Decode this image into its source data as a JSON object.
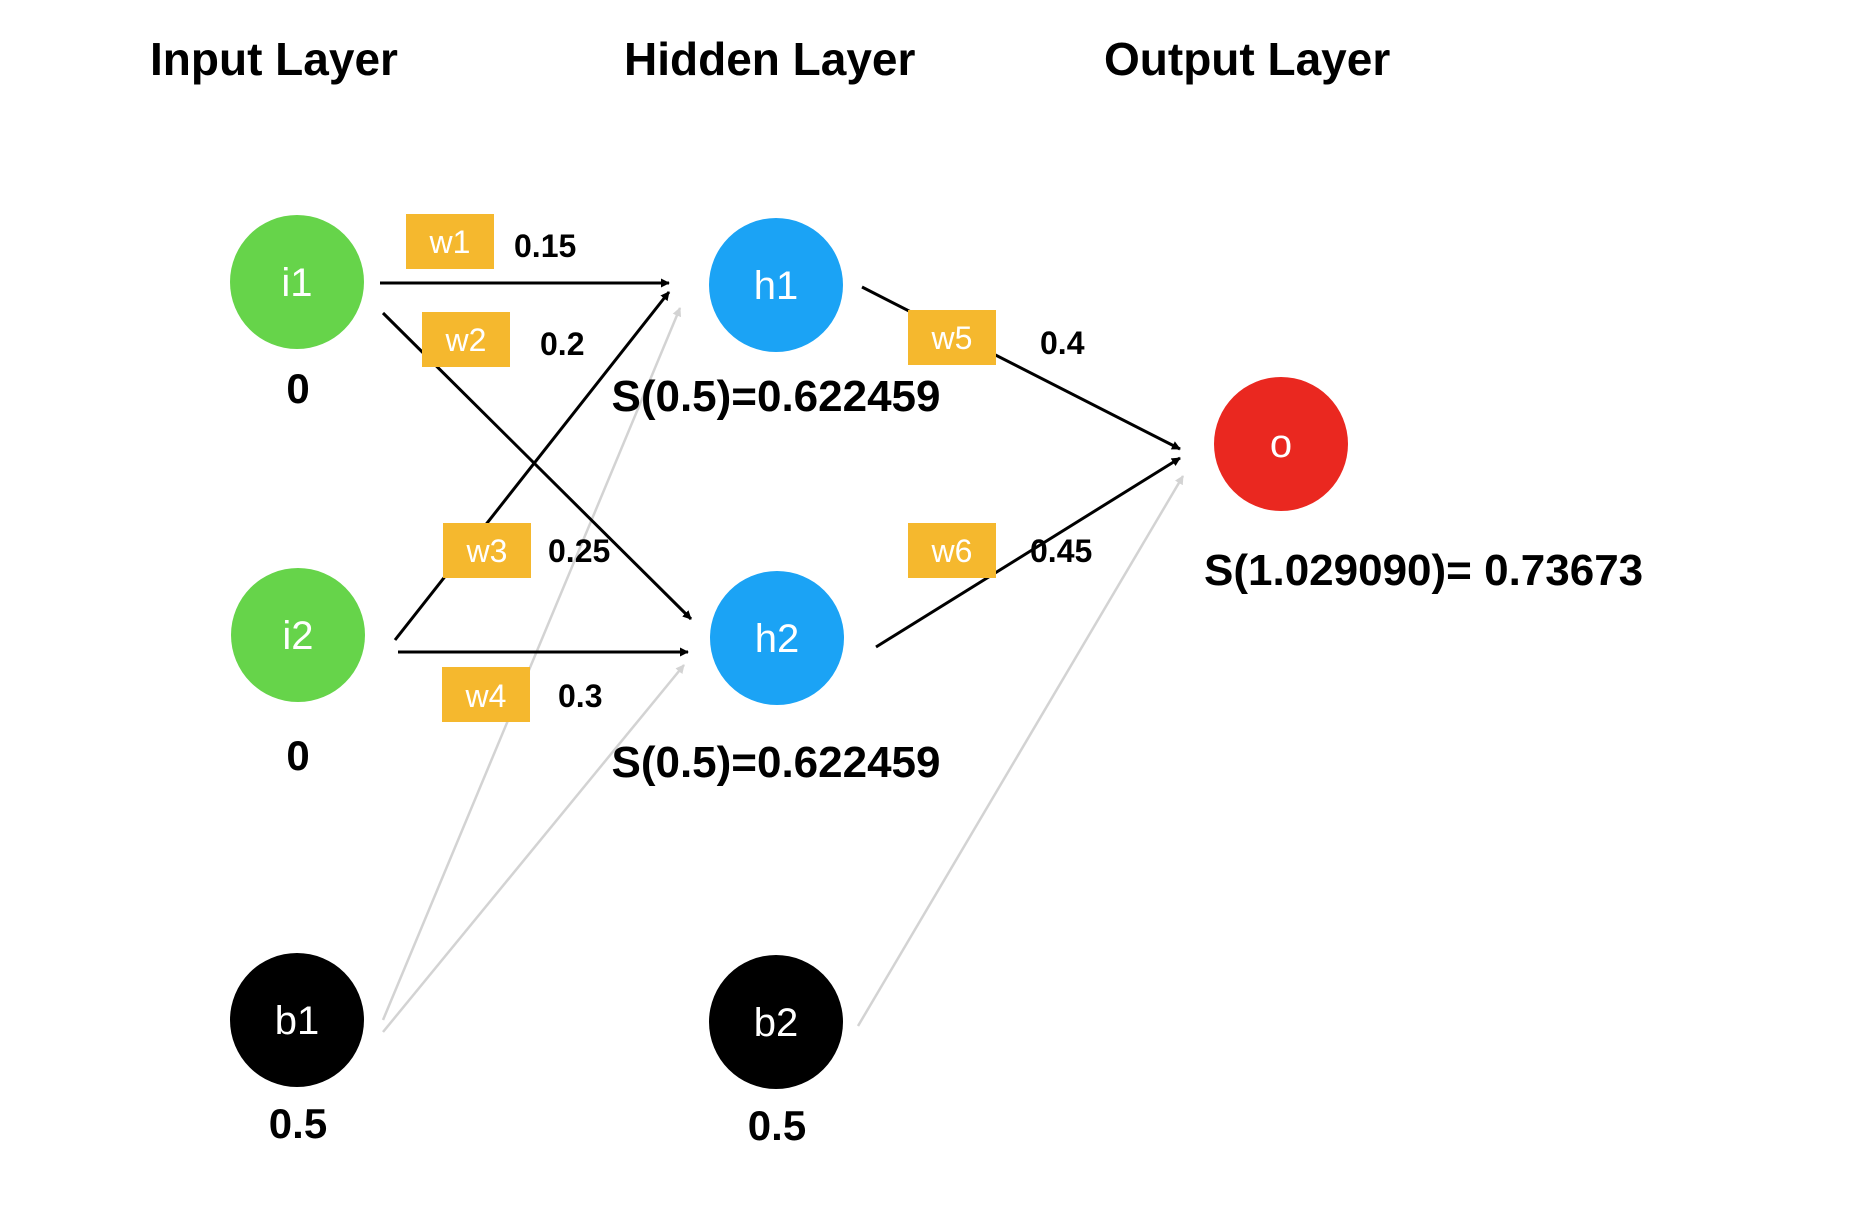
{
  "layers": {
    "input": "Input Layer",
    "hidden": "Hidden Layer",
    "output": "Output Layer"
  },
  "colors": {
    "input_node": "#66D44A",
    "hidden_node": "#1BA3F5",
    "output_node": "#EA2820",
    "bias_node": "#000000",
    "weight_box": "#F5B82E",
    "edge": "#000000",
    "bias_edge": "#D3D3D3"
  },
  "nodes": {
    "i1": {
      "label": "i1",
      "value": "0"
    },
    "i2": {
      "label": "i2",
      "value": "0"
    },
    "b1": {
      "label": "b1",
      "value": "0.5"
    },
    "h1": {
      "label": "h1",
      "activation": "S(0.5)=0.622459"
    },
    "h2": {
      "label": "h2",
      "activation": "S(0.5)=0.622459"
    },
    "b2": {
      "label": "b2",
      "value": "0.5"
    },
    "o": {
      "label": "o",
      "activation": "S(1.029090)= 0.73673"
    }
  },
  "weights": {
    "w1": {
      "label": "w1",
      "value": "0.15"
    },
    "w2": {
      "label": "w2",
      "value": "0.2"
    },
    "w3": {
      "label": "w3",
      "value": "0.25"
    },
    "w4": {
      "label": "w4",
      "value": "0.3"
    },
    "w5": {
      "label": "w5",
      "value": "0.4"
    },
    "w6": {
      "label": "w6",
      "value": "0.45"
    }
  }
}
